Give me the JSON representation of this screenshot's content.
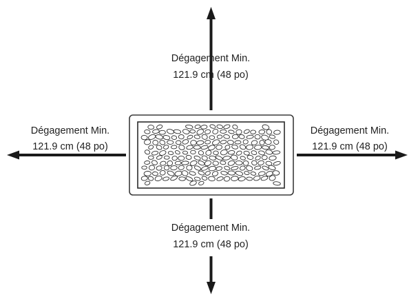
{
  "diagram": {
    "clearances": {
      "top": {
        "line1": "Dégagement Min.",
        "line2": "121.9 cm (48 po)"
      },
      "left": {
        "line1": "Dégagement Min.",
        "line2": "121.9 cm (48 po)"
      },
      "right": {
        "line1": "Dégagement Min.",
        "line2": "121.9 cm (48 po)"
      },
      "bottom": {
        "line1": "Dégagement Min.",
        "line2": "121.9 cm (48 po)"
      }
    },
    "colors": {
      "ink": "#1a1a1a",
      "background": "#ffffff"
    }
  }
}
